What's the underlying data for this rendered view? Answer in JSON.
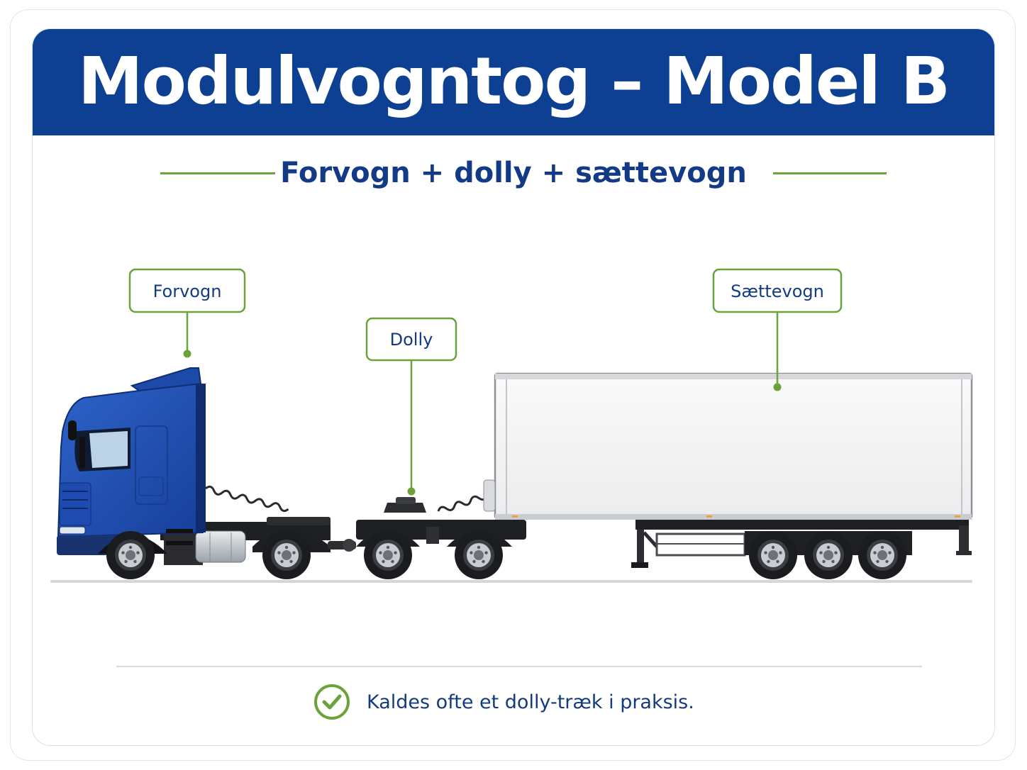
{
  "header": {
    "title": "Modulvogntog – Model B"
  },
  "subtitle": "Forvogn + dolly + sættevogn",
  "labels": {
    "forvogn": "Forvogn",
    "dolly": "Dolly",
    "saettevogn": "Sættevogn"
  },
  "footer": {
    "note": "Kaldes ofte et dolly-træk i praksis."
  },
  "icons": {
    "note_icon": "check-circle-icon"
  },
  "colors": {
    "header_bg": "#0d3f93",
    "accent_green": "#6ba33a",
    "text_navy": "#123a86",
    "truck_blue": "#1f4fb5"
  }
}
